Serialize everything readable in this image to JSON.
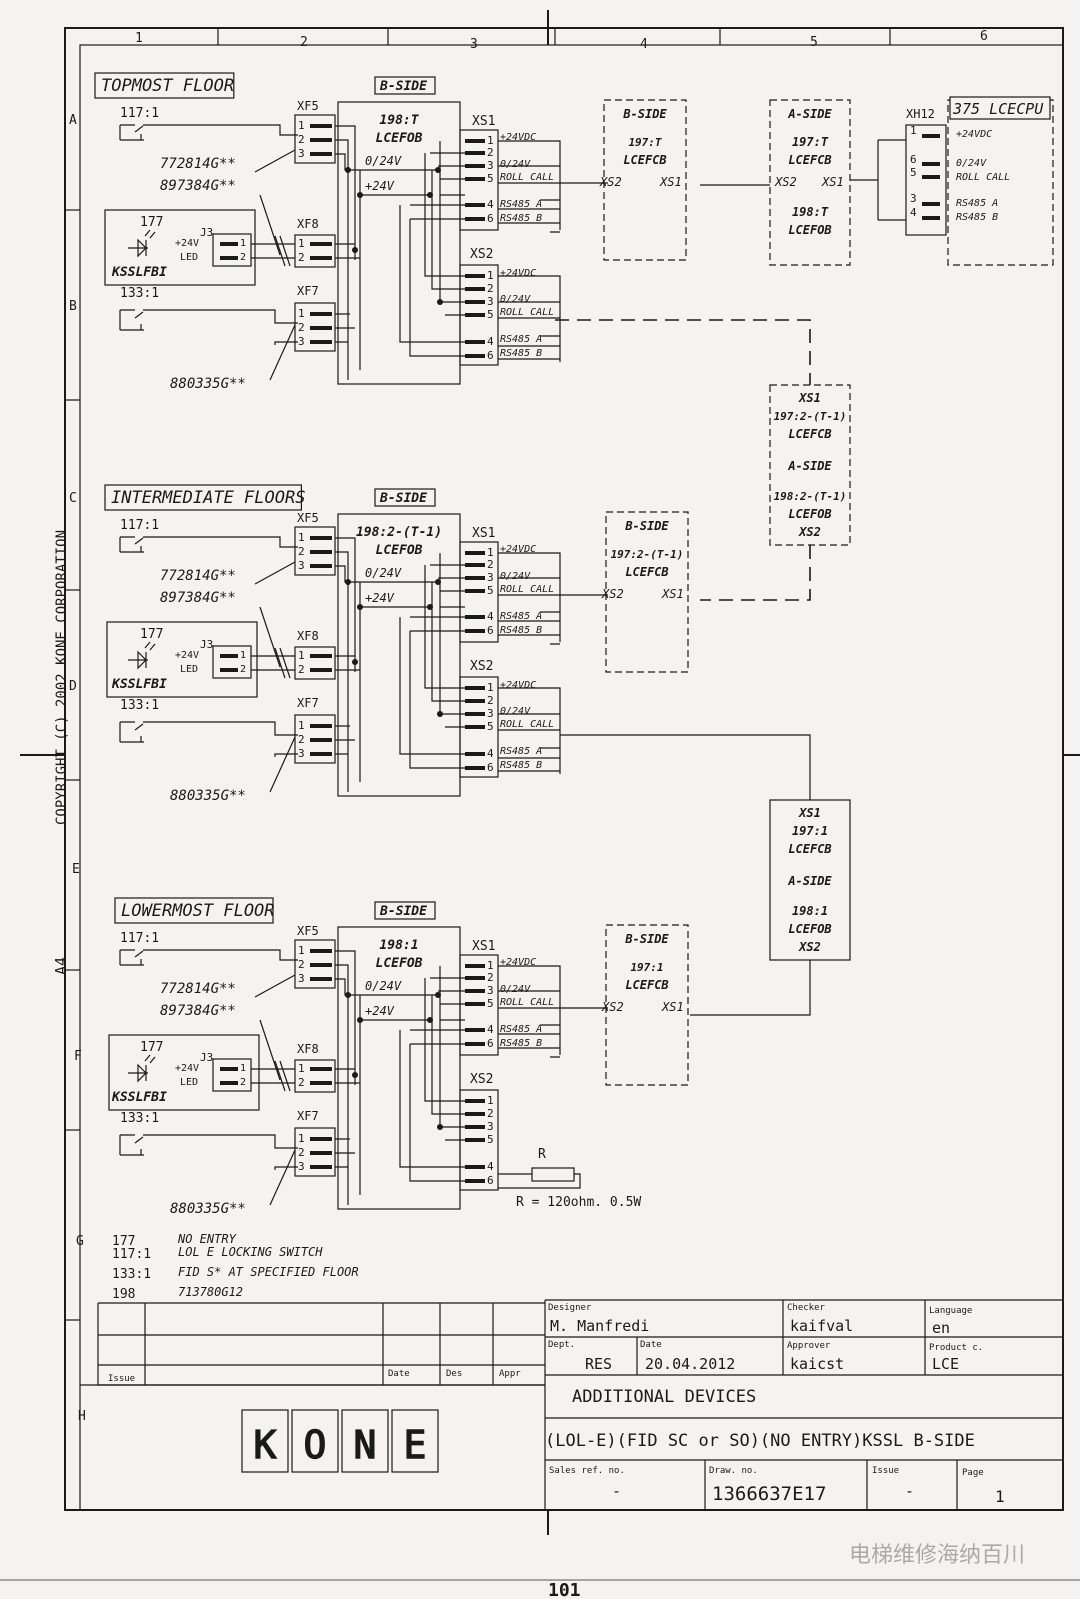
{
  "columns": [
    "1",
    "2",
    "3",
    "4",
    "5",
    "6"
  ],
  "rows": [
    "A",
    "B",
    "C",
    "D",
    "E",
    "F",
    "G",
    "H"
  ],
  "copyright": "COPYRIGHT (C) 2002 KONE CORPORATION",
  "paper_size": "A4",
  "page_number_bottom": "101",
  "sections": [
    {
      "title": "TOPMOST FLOOR",
      "side": "B-SIDE",
      "board": [
        "198:T",
        "LCEFOB"
      ],
      "switch_top": "117:1",
      "switch_bottom": "133:1",
      "cable1": "772814G**",
      "cable2": "897384G**",
      "cable3": "880335G**",
      "device_num": "177",
      "device_name": "KSSLFBI",
      "lcefcb": [
        "B-SIDE",
        "197:T",
        "LCEFCB"
      ]
    },
    {
      "title": "INTERMEDIATE FLOORS",
      "side": "B-SIDE",
      "board": [
        "198:2-(T-1)",
        "LCEFOB"
      ],
      "switch_top": "117:1",
      "switch_bottom": "133:1",
      "cable1": "772814G**",
      "cable2": "897384G**",
      "cable3": "880335G**",
      "device_num": "177",
      "device_name": "KSSLFBI",
      "lcefcb": [
        "B-SIDE",
        "197:2-(T-1)",
        "LCEFCB"
      ]
    },
    {
      "title": "LOWERMOST FLOOR",
      "side": "B-SIDE",
      "board": [
        "198:1",
        "LCEFOB"
      ],
      "switch_top": "117:1",
      "switch_bottom": "133:1",
      "cable1": "772814G**",
      "cable2": "897384G**",
      "cable3": "880335G**",
      "device_num": "177",
      "device_name": "KSSLFBI",
      "lcefcb": [
        "B-SIDE",
        "197:1",
        "LCEFCB"
      ]
    }
  ],
  "labels": {
    "xf5": "XF5",
    "xf8": "XF8",
    "xf7": "XF7",
    "j3": "J3",
    "xs1": "XS1",
    "xs2": "XS2",
    "xh12": "XH12",
    "p24": "+24V",
    "led": "LED",
    "v0": "0/24V",
    "v24": "+24V",
    "sig_24vdc": "+24VDC",
    "sig_0v": "0/24V",
    "sig_rc": "ROLL CALL",
    "sig_a": "RS485 A",
    "sig_b": "RS485 B"
  },
  "a_side_top": [
    "A-SIDE",
    "197:T",
    "LCEFCB",
    "198:T",
    "LCEFOB"
  ],
  "cpu": {
    "title": "375 LCECPU",
    "signals": [
      "+24VDC",
      "0/24V",
      "ROLL CALL",
      "RS485 A",
      "RS485 B"
    ]
  },
  "mid_a_box": [
    "XS1",
    "197:2-(T-1)",
    "LCEFCB",
    "A-SIDE",
    "198:2-(T-1)",
    "LCEFOB",
    "XS2"
  ],
  "low_a_box": [
    "XS1",
    "197:1",
    "LCEFCB",
    "A-SIDE",
    "198:1",
    "LCEFOB",
    "XS2"
  ],
  "resistor": {
    "label": "R",
    "value": "R = 120ohm. 0.5W"
  },
  "legend": [
    {
      "id": "177",
      "text": "NO ENTRY"
    },
    {
      "id": "117:1",
      "text": "LOL E LOCKING SWITCH"
    },
    {
      "id": "133:1",
      "text": "FID S* AT SPECIFIED FLOOR"
    },
    {
      "id": "198",
      "text": "713780G12"
    }
  ],
  "titleblock": {
    "issue_hdr": "Issue",
    "date_hdr": "Date",
    "des_hdr": "Des",
    "appr_hdr": "Appr",
    "designer_lbl": "Designer",
    "designer": "M. Manfredi",
    "checker_lbl": "Checker",
    "checker": "kaifval",
    "language_lbl": "Language",
    "language": "en",
    "dept_lbl": "Dept.",
    "dept": "RES",
    "date_lbl": "Date",
    "date": "20.04.2012",
    "approver_lbl": "Approver",
    "approver": "kaicst",
    "product_lbl": "Product c.",
    "product": "LCE",
    "title1": "ADDITIONAL DEVICES",
    "title2": "(LOL-E)(FID SC or SO)(NO ENTRY)KSSL B-SIDE",
    "sales_lbl": "Sales ref. no.",
    "sales": "-",
    "draw_lbl": "Draw. no.",
    "draw": "1366637E17",
    "issue_lbl": "Issue",
    "issue": "-",
    "page_lbl": "Page",
    "page": "1",
    "logo": "KONE"
  },
  "watermark": "电梯维修海纳百川"
}
